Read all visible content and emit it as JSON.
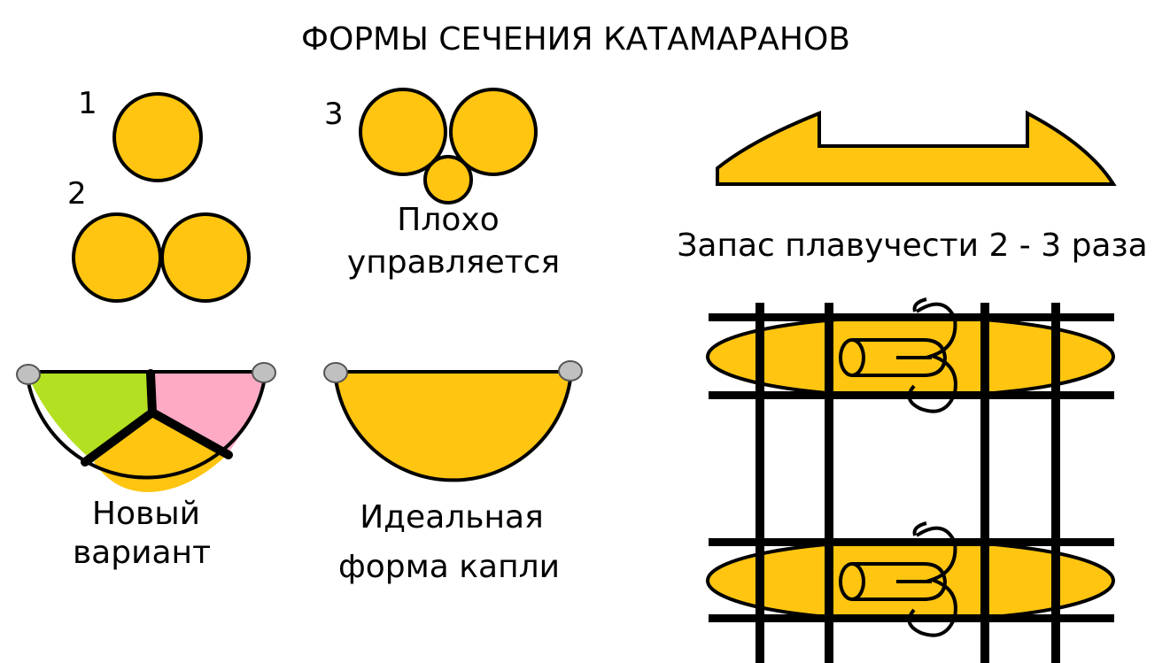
{
  "title": "ФОРМЫ СЕЧЕНИЯ КАТАМАРАНОВ",
  "labels": {
    "n1": "1",
    "n2": "2",
    "n3": "3",
    "poor_line1": "Плохо",
    "poor_line2": "управляется",
    "new_line1": "Новый",
    "new_line2": "вариант",
    "ideal_line1": "Идеальная",
    "ideal_line2": "форма  капли",
    "buoyancy": "Запас плавучести 2 - 3 раза"
  },
  "colors": {
    "hull": "#ffc510",
    "outline": "#000000",
    "green": "#b3e021",
    "pink": "#ffaac4",
    "fitting": "#c0c0c0"
  }
}
